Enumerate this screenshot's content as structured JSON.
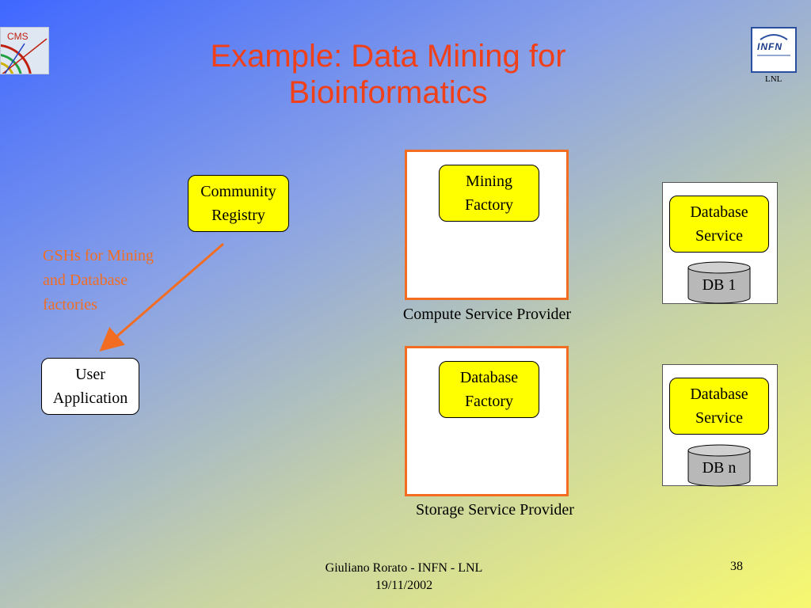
{
  "slide": {
    "title": "Example: Data Mining for\nBioinformatics",
    "logos": {
      "cms_text": "CMS",
      "infn_text": "INFN",
      "lnl_text": "LNL"
    },
    "community_registry": "Community\nRegistry",
    "gsh_note": "GSHs for Mining\nand Database\nfactories",
    "user_application": "User\nApplication",
    "compute_provider": {
      "factory": "Mining\nFactory",
      "caption": "Compute Service Provider"
    },
    "storage_provider": {
      "factory": "Database\nFactory",
      "caption": "Storage Service Provider"
    },
    "database_service_1": {
      "label": "Database\nService",
      "db": "DB 1"
    },
    "database_service_n": {
      "label": "Database\nService",
      "db": "DB n"
    },
    "footer": {
      "author": "Giuliano Rorato - INFN - LNL\n19/11/2002",
      "page": "38"
    },
    "colors": {
      "title": "#f0401a",
      "orange": "#f26d21",
      "box_fill": "#ffff00"
    }
  }
}
